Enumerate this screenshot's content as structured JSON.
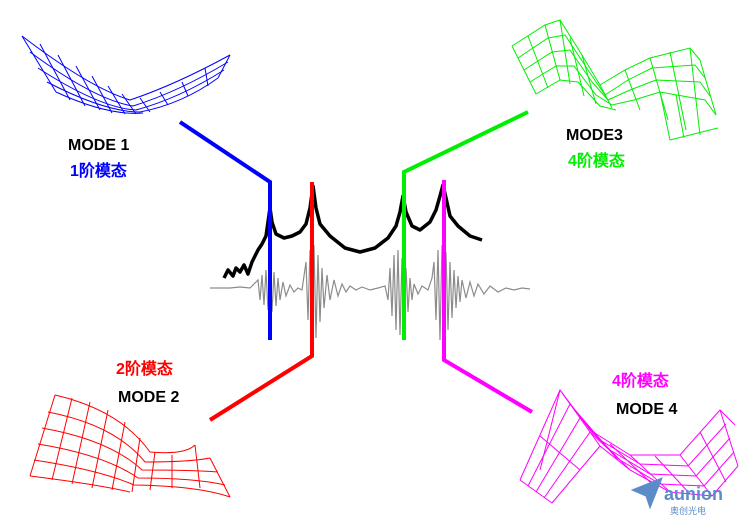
{
  "modes": [
    {
      "id": "mode1",
      "label_en": "MODE 1",
      "label_zh": "1阶模态",
      "color": "#0000ff"
    },
    {
      "id": "mode2",
      "label_en": "MODE 2",
      "label_zh": "2阶模态",
      "color": "#ff0000"
    },
    {
      "id": "mode3",
      "label_en": "MODE3",
      "label_zh": "4阶模态",
      "color": "#00cc00"
    },
    {
      "id": "mode4",
      "label_en": "MODE 4",
      "label_zh": "4阶模态",
      "color": "#ff00ff"
    }
  ],
  "label_color": "#000000",
  "signal": {
    "response_curve_color": "#000000",
    "waveform_color": "#8c8c8c"
  },
  "logo": {
    "brand": "aunion",
    "subtitle": "奥创光电",
    "color": "#5b8cc8"
  }
}
